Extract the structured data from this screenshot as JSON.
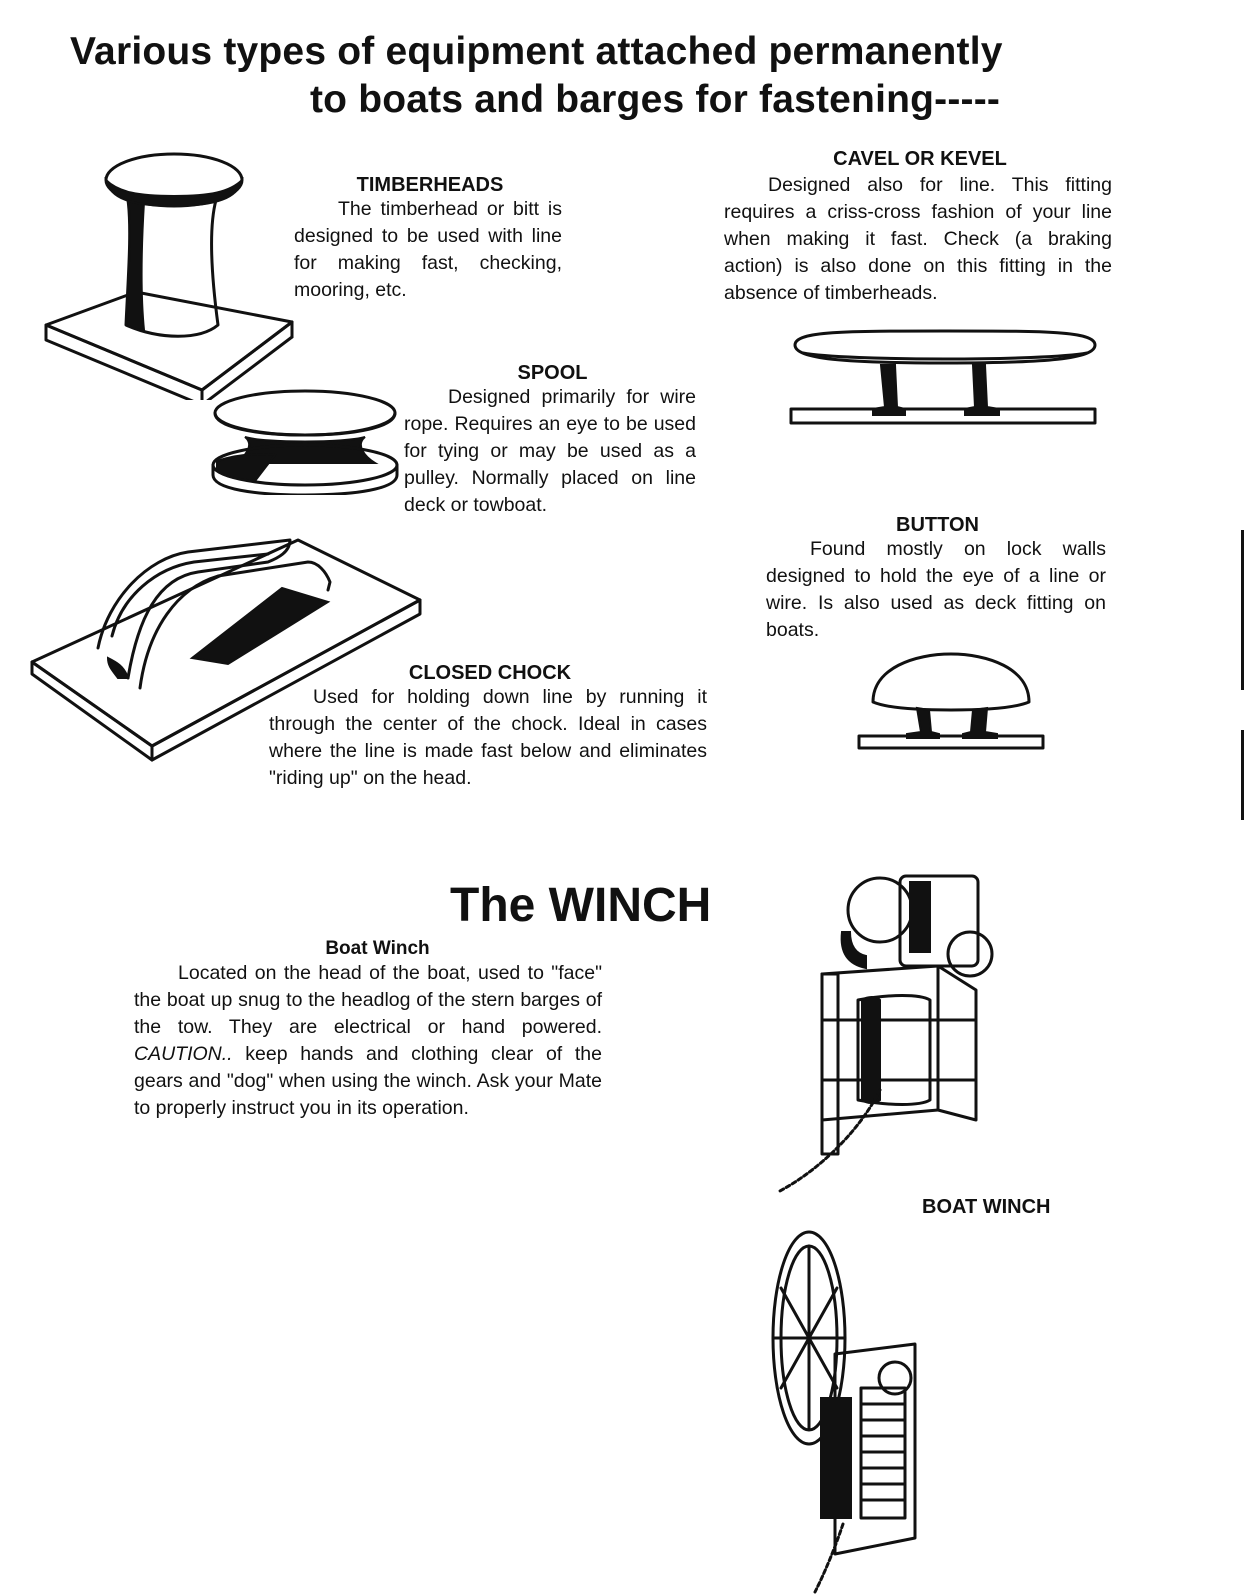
{
  "title": {
    "line1": "Various types of equipment attached permanently",
    "line2": "to boats and barges for fastening-----"
  },
  "timberheads": {
    "heading": "TIMBERHEADS",
    "text": "The timberhead or bitt is designed to be used with line for making fast, checking, mooring, etc."
  },
  "cavel": {
    "heading": "CAVEL OR KEVEL",
    "text": "Designed also for line. This fitting requires a criss-cross fashion of your line when making it fast. Check (a braking action) is also done on this fitting in the absence of timberheads."
  },
  "spool": {
    "heading": "SPOOL",
    "text": "Designed primarily for wire rope. Requires an eye to be used for tying or may be used as a pulley. Normally placed on line deck or towboat."
  },
  "button": {
    "heading": "BUTTON",
    "text": "Found mostly on lock walls designed to hold the eye of a line or wire. Is also used as deck fitting on boats."
  },
  "closed_chock": {
    "heading": "CLOSED CHOCK",
    "text": "Used for holding down line by running it through the center of the chock. Ideal in cases where the line is made fast below and eliminates \"riding up\" on the head."
  },
  "winch": {
    "title": "The WINCH",
    "subheading": "Boat Winch",
    "text_before": "Located on the head of the boat, used to \"face\" the boat up snug to the headlog of the stern barges of the tow. They are electrical or hand powered. ",
    "caution": "CAUTION..",
    "text_after": " keep hands and clothing clear of the gears and \"dog\" when using the winch. Ask your Mate to properly instruct you in its operation.",
    "caption": "BOAT WINCH"
  }
}
